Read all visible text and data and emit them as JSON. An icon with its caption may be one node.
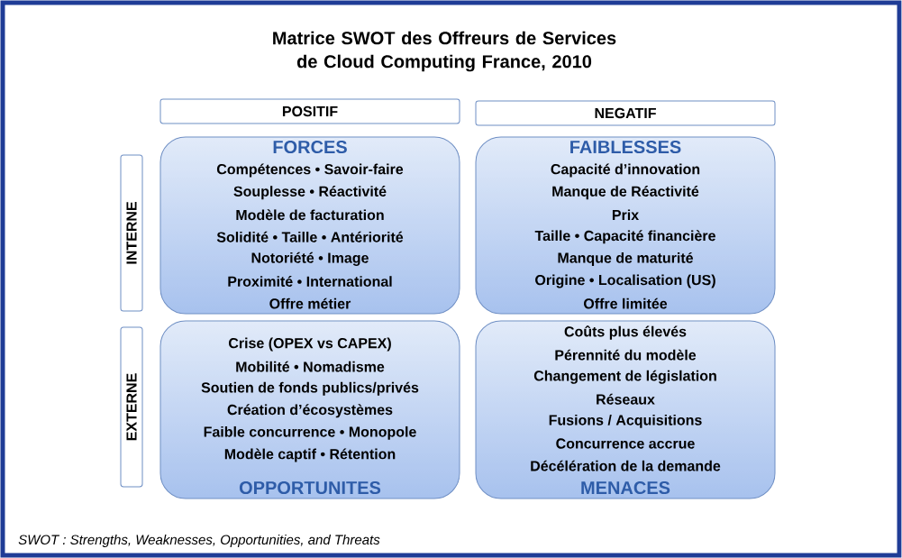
{
  "diagram": {
    "title": "Matrice SWOT des Offreurs de Services de Cloud Computing France, 2010",
    "caption": "SWOT : Strengths, Weaknesses, Opportunities, and Threats",
    "nodes": [
      {
        "text": [
          "POSITIF"
        ]
      },
      {
        "text": [
          "NEGATIF"
        ]
      },
      {
        "text": [
          "INTERNE"
        ]
      },
      {
        "text": [
          "FORCES",
          "Compétences • Savoir-faire",
          "Souplesse • Réactivité",
          "Modèle de facturation",
          "Solidité • Taille • Antériorité",
          "Notoriété • Image",
          "Proximité • International",
          "Offre métier"
        ]
      },
      {
        "text": [
          "FAIBLESSES",
          "Capacité d’innovation",
          "Manque de Réactivité",
          "Prix",
          "Taille • Capacité financière",
          "Manque de maturité",
          "Origine • Localisation (US)",
          "Offre limitée"
        ]
      },
      {
        "text": [
          "EXTERNE"
        ]
      },
      {
        "text": [
          "Crise (OPEX vs CAPEX)",
          "Mobilité • Nomadisme",
          "Soutien de fonds publics/privés",
          "Création d’écosystèmes",
          "Faible concurrence • Monopole",
          "Modèle captif • Rétention",
          "OPPORTUNITES"
        ]
      },
      {
        "text": [
          "Coûts plus élevés",
          "Pérennité du modèle",
          "Changement de législation",
          "Réseaux",
          "Fusions / Acquisitions",
          "Concurrence accrue",
          "Décélération de la demande",
          "MENACES"
        ]
      }
    ]
  }
}
